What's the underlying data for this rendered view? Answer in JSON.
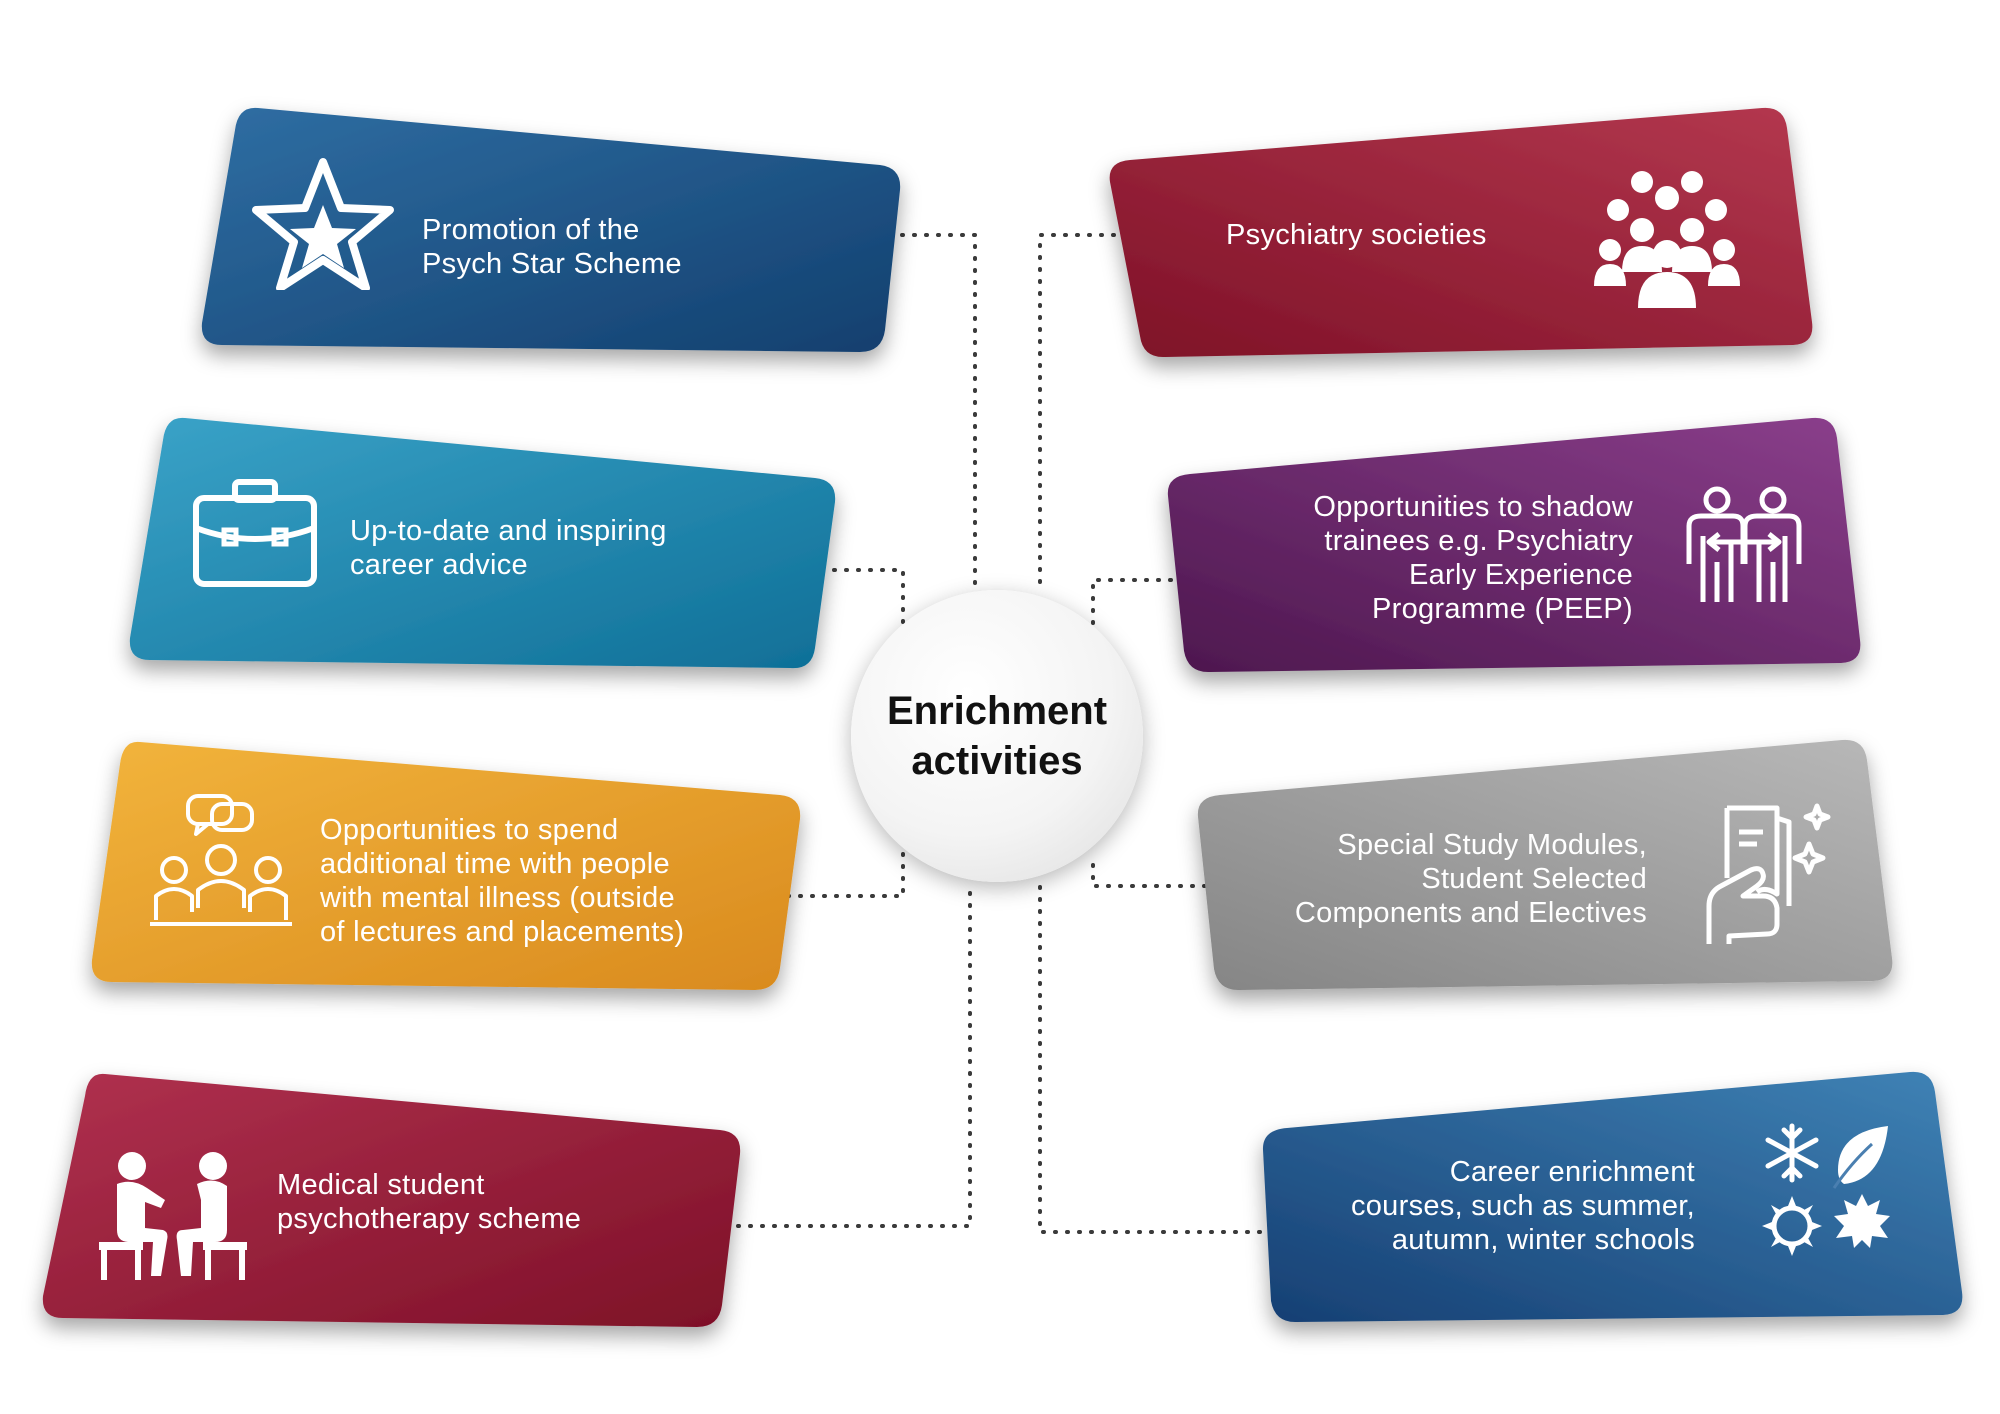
{
  "hub": {
    "title": "Enrichment\nactivities"
  },
  "cards": [
    {
      "id": "psych-star",
      "text": "Promotion of the\nPsych Star Scheme",
      "icon": "star-icon",
      "color_from": "#2f6ea3",
      "color_to": "#123f6e"
    },
    {
      "id": "career-advice",
      "text": "Up-to-date and inspiring\ncareer advice",
      "icon": "briefcase-icon",
      "color_from": "#3aa3c8",
      "color_to": "#0f6f97"
    },
    {
      "id": "time-with-people",
      "text": "Opportunities to spend\nadditional time with people\nwith mental illness (outside\nof lectures and placements)",
      "icon": "group-conversation-icon",
      "color_from": "#f2b43c",
      "color_to": "#d98a1e"
    },
    {
      "id": "psychotherapy",
      "text": "Medical student\npsychotherapy scheme",
      "icon": "therapy-session-icon",
      "color_from": "#b0314f",
      "color_to": "#7d1027"
    },
    {
      "id": "societies",
      "text": "Psychiatry societies",
      "icon": "crowd-icon",
      "color_from": "#8e1730",
      "color_to": "#b4384f"
    },
    {
      "id": "shadow",
      "text": "Opportunities to shadow\ntrainees e.g. Psychiatry\nEarly Experience\nProgramme (PEEP)",
      "icon": "shadowing-icon",
      "color_from": "#5b1d5c",
      "color_to": "#8b3f8c"
    },
    {
      "id": "study-modules",
      "text": "Special Study Modules,\nStudent Selected\nComponents and Electives",
      "icon": "document-hand-icon",
      "color_from": "#8c8c8c",
      "color_to": "#b5b5b5"
    },
    {
      "id": "enrichment-courses",
      "text": "Career enrichment\ncourses, such as summer,\nautumn, winter schools",
      "icon": "seasons-icon",
      "color_from": "#1a4f86",
      "color_to": "#3a7db1"
    }
  ]
}
